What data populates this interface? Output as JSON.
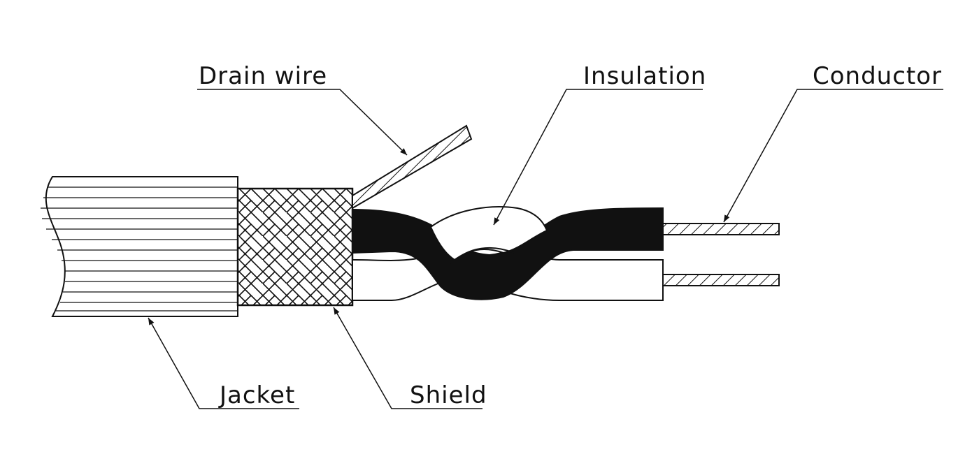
{
  "labels": {
    "drain_wire": "Drain wire",
    "insulation": "Insulation",
    "conductor": "Conductor",
    "jacket": "Jacket",
    "shield": "Shield"
  },
  "colors": {
    "line": "#111111",
    "background": "#ffffff",
    "insulation_dark": "#111111"
  }
}
